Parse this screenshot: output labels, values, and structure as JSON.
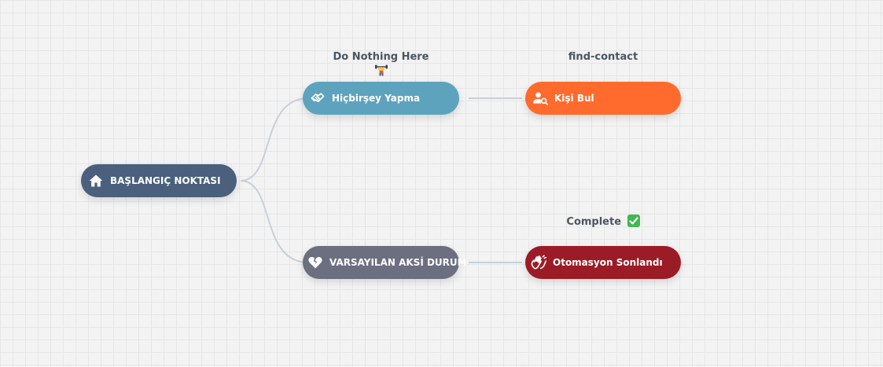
{
  "canvas": {
    "background": "#f3f3f3",
    "grid_color": "#e6e6e6",
    "edge_color": "#c7d0da"
  },
  "nodes": {
    "start": {
      "label": "BAŞLANGIÇ NOKTASI",
      "icon": "home-icon",
      "color": "#4a607c"
    },
    "do_nothing": {
      "label": "Hiçbirşey Yapma",
      "icon": "handshake-icon",
      "color": "#5ea3bd"
    },
    "find_person": {
      "label": "Kişi Bul",
      "icon": "user-search-icon",
      "color": "#fe6b2c"
    },
    "default_negative": {
      "label": "VARSAYILAN AKSİ DURUM",
      "icon": "broken-heart-icon",
      "color": "#6b6f7f"
    },
    "automation_ended": {
      "label": "Otomasyon Sonlandı",
      "icon": "waving-hands-icon",
      "color": "#9b1c26"
    }
  },
  "annotations": {
    "do_nothing_title": "Do Nothing Here",
    "do_nothing_emoji": "person-lifting-weights-emoji",
    "find_contact_title": "find-contact",
    "complete_title": "Complete",
    "complete_emoji": "check-mark-button-emoji"
  }
}
